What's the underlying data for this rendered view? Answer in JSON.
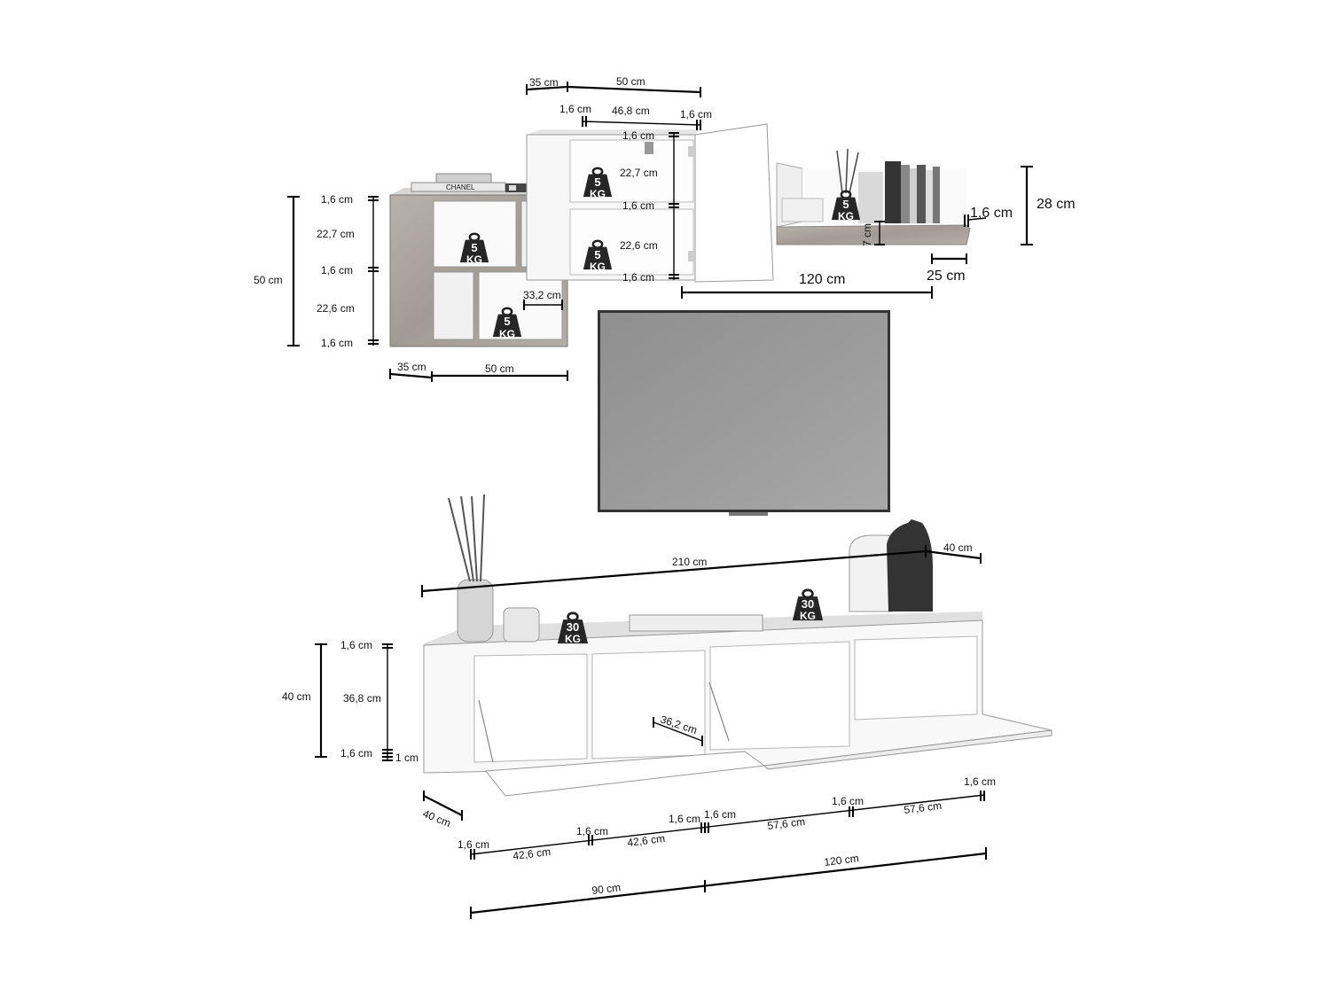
{
  "shelf_left": {
    "heights": [
      "1,6 cm",
      "22,7 cm",
      "1,6 cm",
      "22,6 cm",
      "1,6 cm"
    ],
    "total_height": "50 cm",
    "depth": "35 cm",
    "width": "50 cm",
    "inner_width": "33,2 cm",
    "book_label": "CHANEL"
  },
  "shelf_middle": {
    "depth": "35 cm",
    "width": "50 cm",
    "widths": [
      "1,6 cm",
      "46,8 cm",
      "1,6 cm"
    ],
    "heights": [
      "1,6 cm",
      "22,7 cm",
      "1,6 cm",
      "22,6 cm",
      "1,6 cm"
    ]
  },
  "wall_shelf": {
    "thickness": "1,6 cm",
    "height": "28 cm",
    "lip": "7 cm",
    "width": "120 cm",
    "depth": "25 cm"
  },
  "tv_stand": {
    "total_width": "210 cm",
    "depth_top": "40 cm",
    "height": "40 cm",
    "heights": [
      "1,6 cm",
      "36,8 cm",
      "1,6 cm"
    ],
    "foot": "1 cm",
    "inner_depth": "36,2 cm",
    "depth_bottom": "40 cm",
    "seg": {
      "a": "1,6 cm",
      "b": "42,6 cm",
      "c": "1,6 cm",
      "d": "42,6 cm",
      "e": "1,6 cm",
      "f": "1,6 cm",
      "g": "57,6 cm",
      "h": "1,6 cm",
      "i": "57,6 cm",
      "j": "1,6 cm"
    },
    "section_90": "90 cm",
    "section_120": "120 cm"
  },
  "weights": {
    "kg": "KG",
    "small": "5",
    "large": "30"
  }
}
